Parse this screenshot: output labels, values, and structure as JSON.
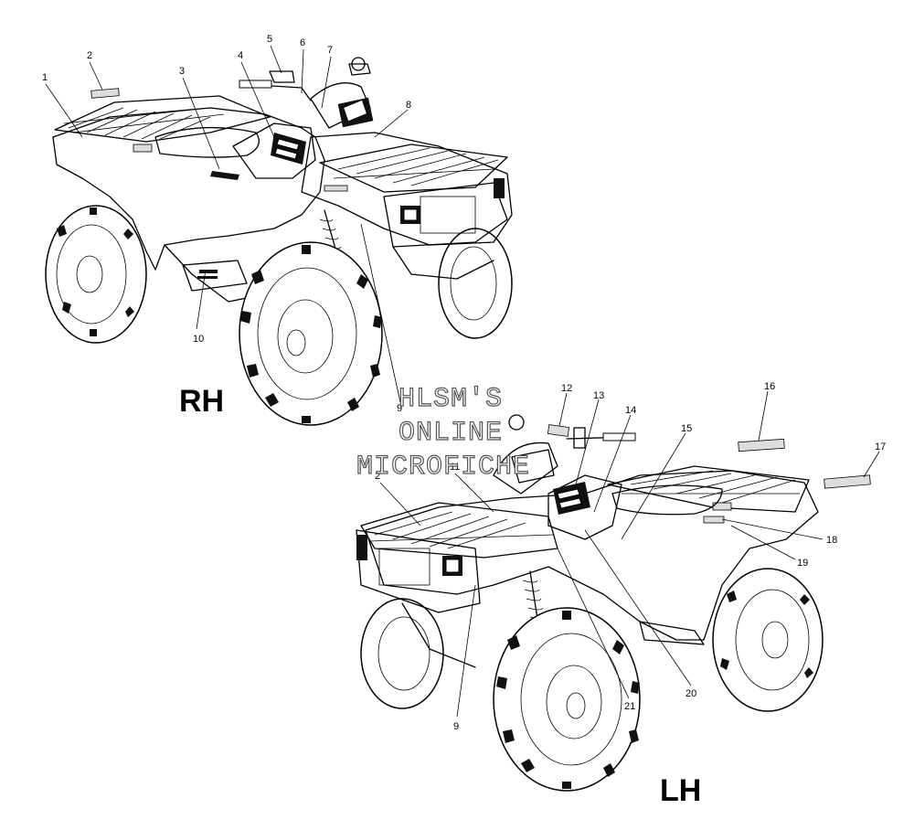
{
  "views": {
    "rh": {
      "label": "RH"
    },
    "lh": {
      "label": "LH"
    }
  },
  "watermark": [
    "HLSM'S",
    "ONLINE",
    "MICROFICHE"
  ],
  "callouts": {
    "rh": [
      "1",
      "2",
      "3",
      "4",
      "5",
      "6",
      "7",
      "8",
      "9",
      "10"
    ],
    "lh": [
      "2",
      "9",
      "11",
      "12",
      "13",
      "14",
      "15",
      "16",
      "17",
      "18",
      "19",
      "20",
      "21"
    ]
  },
  "colors": {
    "line": "#000000",
    "background": "#ffffff"
  }
}
